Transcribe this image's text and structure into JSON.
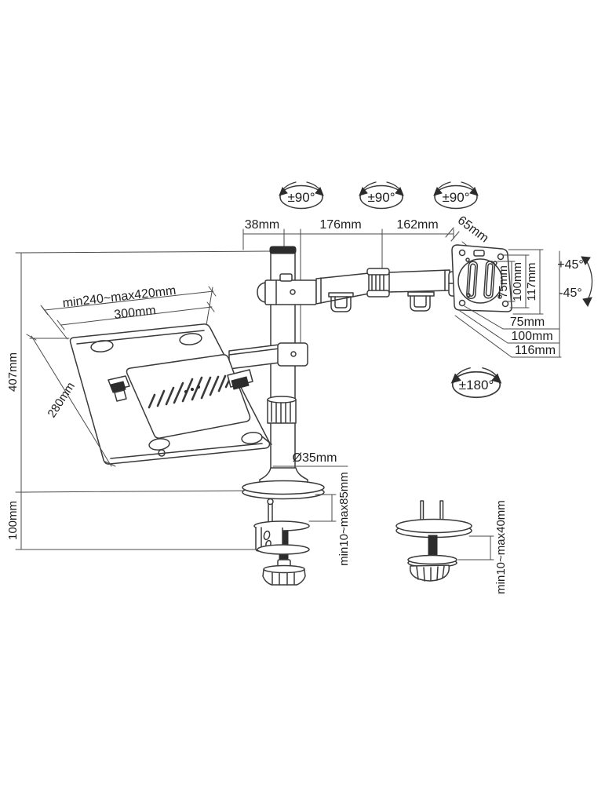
{
  "diagram": {
    "top_dimensions": {
      "d1": "38mm",
      "d2": "176mm",
      "d3": "162mm",
      "d4": "65mm"
    },
    "rotation_badges": {
      "pole": "±90°",
      "elbow": "±90°",
      "vesa": "±90°",
      "vesa_swivel": "±180°"
    },
    "tilt": {
      "up": "+45°",
      "down": "-45°"
    },
    "vesa": {
      "v75": "75mm",
      "v100": "100mm",
      "v117": "117mm",
      "h75": "75mm",
      "h100": "100mm",
      "h116": "116mm"
    },
    "tray": {
      "range": "min240~max420mm",
      "width": "300mm",
      "depth": "280mm"
    },
    "left_dimensions": {
      "pole_height": "407mm",
      "below_desk": "100mm"
    },
    "pole": {
      "diameter": "Ø35mm"
    },
    "clamp": {
      "range": "min10~max85mm"
    },
    "grommet": {
      "range": "min10~max40mm"
    },
    "colors": {
      "line": "#3a3a3a",
      "text": "#1f1f1f",
      "dark_fill": "#2c2c2c",
      "background": "#ffffff"
    }
  }
}
